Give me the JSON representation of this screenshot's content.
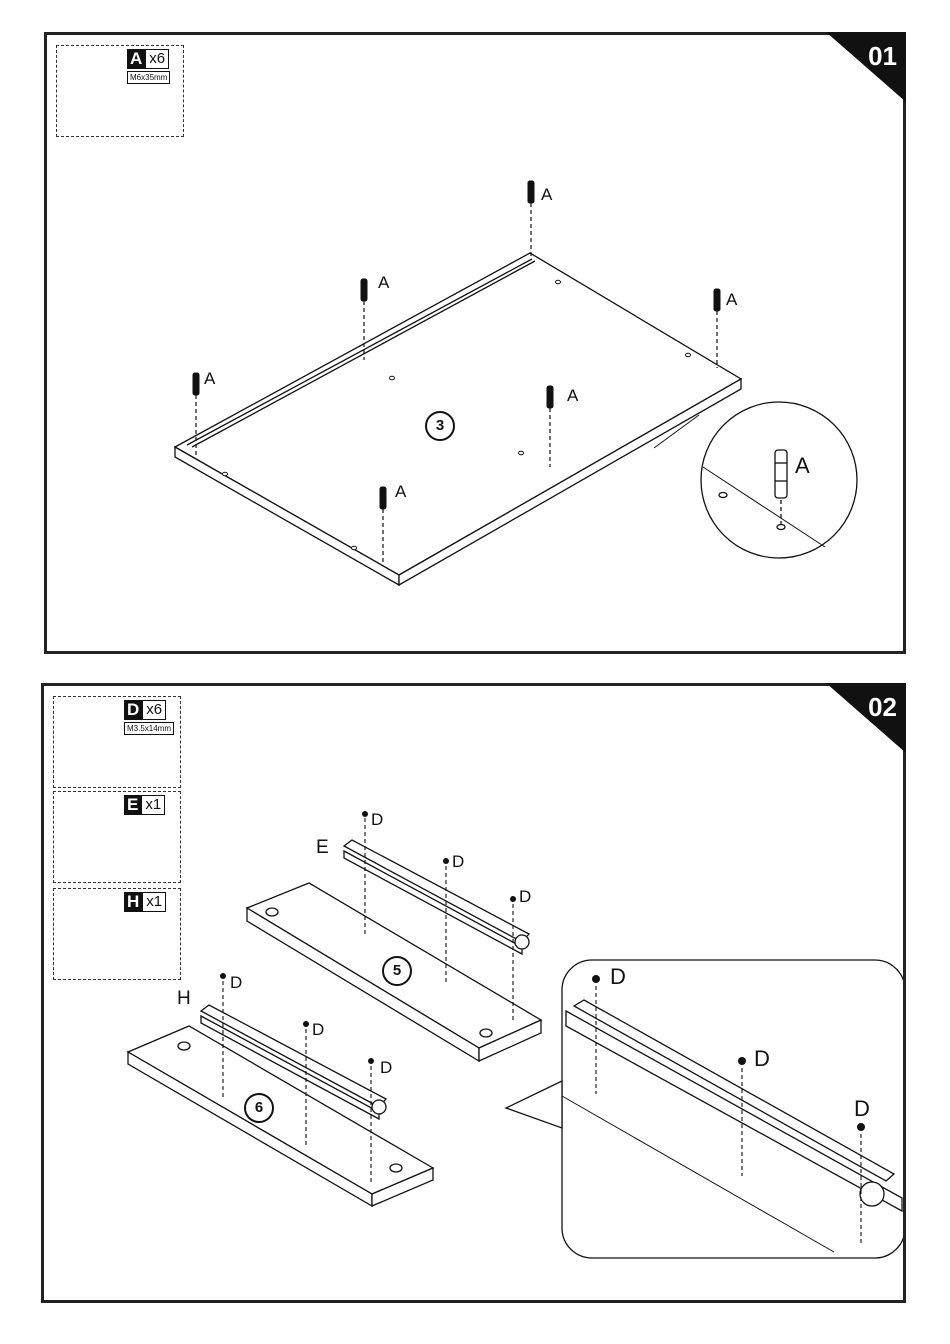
{
  "steps": [
    {
      "number": "01",
      "parts": [
        {
          "letter": "A",
          "qty": "x6",
          "size": "M6x35mm",
          "icon": "cam-dowel-icon"
        }
      ],
      "panel_label": "3",
      "callout": "A",
      "dowel_label": "A"
    },
    {
      "number": "02",
      "parts": [
        {
          "letter": "D",
          "qty": "x6",
          "size": "M3.5x14mm",
          "icon": "screw-icon"
        },
        {
          "letter": "E",
          "qty": "x1",
          "icon": "drawer-runner-icon"
        },
        {
          "letter": "H",
          "qty": "x1",
          "icon": "drawer-runner-icon"
        }
      ],
      "panel_5_label": "5",
      "panel_6_label": "6",
      "runner_e": "E",
      "runner_h": "H",
      "screw_label": "D"
    }
  ]
}
